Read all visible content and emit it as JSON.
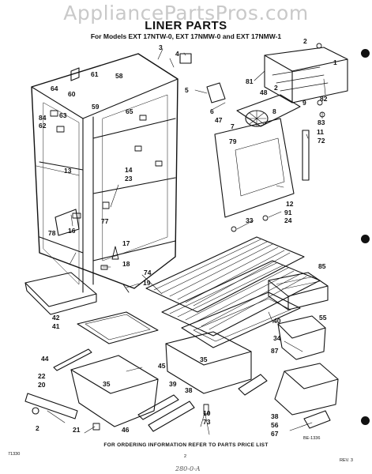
{
  "watermark": "AppliancePartsPros.com",
  "title": "LINER PARTS",
  "subtitle": "For Models EXT 17NTW-0, EXT 17NMW-0 and EXT 17NMW-1",
  "footer": "FOR ORDERING INFORMATION REFER TO PARTS PRICE LIST",
  "page_code": "71330",
  "figure_code": "BE-1336",
  "rev": "REV. 3",
  "page_mark": "2",
  "handwriting": "280-0-A",
  "callouts": [
    "2",
    "3",
    "4",
    "1",
    "5",
    "81",
    "82",
    "2",
    "9",
    "48",
    "6",
    "47",
    "7",
    "8",
    "83",
    "11",
    "72",
    "61",
    "58",
    "64",
    "60",
    "59",
    "84",
    "62",
    "63",
    "65",
    "79",
    "13",
    "14",
    "23",
    "12",
    "91",
    "24",
    "33",
    "77",
    "78",
    "16",
    "17",
    "18",
    "19",
    "74",
    "85",
    "42",
    "41",
    "40",
    "55",
    "34",
    "87",
    "44",
    "22",
    "20",
    "45",
    "35",
    "35",
    "39",
    "38",
    "10",
    "73",
    "38",
    "56",
    "67",
    "2",
    "21",
    "46"
  ]
}
